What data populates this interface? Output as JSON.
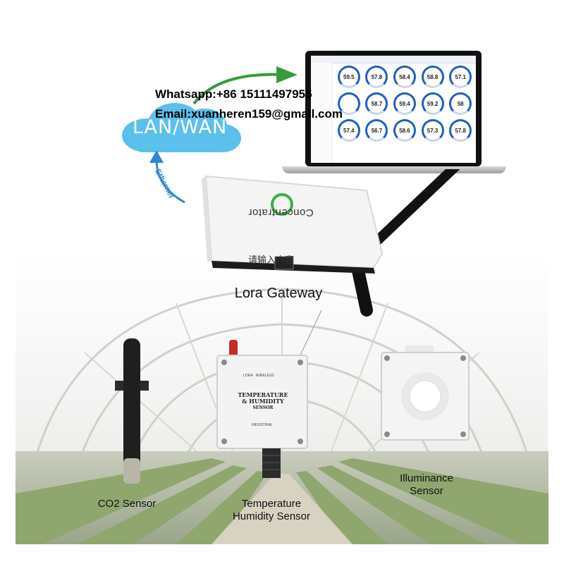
{
  "contact": {
    "whatsapp": "Whatsapp:+86 15111497955",
    "email": "Email:xuanheren159@gmail.com"
  },
  "cloud": {
    "label": "LAN/WAN",
    "link_label": "Ethernet"
  },
  "dashboard": {
    "gauges": [
      "59.5",
      "57.8",
      "58.4",
      "58.8",
      "57.1",
      "",
      "58.7",
      "59.4",
      "59.2",
      "58",
      "57.4",
      "56.7",
      "58.6",
      "57.3",
      "57.8"
    ]
  },
  "gateway": {
    "brand_text": "Concentrator",
    "label": "Lora Gateway",
    "overlay_text": "请输入内容"
  },
  "sensors": {
    "co2": "CO2 Sensor",
    "th_line1": "Temperature",
    "th_line2": "Humidity Sensor",
    "illum_line1": "Illuminance",
    "illum_line2": "Sensor",
    "th_box_line1": "TEMPERATURE",
    "th_box_line2": "& HUMIDITY",
    "th_box_line3": "SENSOR",
    "th_box_top": "LORA · WIRELESS",
    "th_box_bottom": "INDUSTRIAL"
  },
  "colors": {
    "cloud": "#5cc0ec",
    "arrow_green": "#3a9a3a",
    "arrow_blue": "#2f86d6",
    "gauge_blue": "#1e5fc4"
  }
}
